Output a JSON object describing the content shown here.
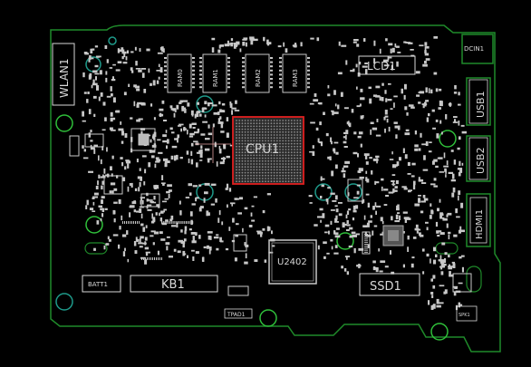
{
  "labels": {
    "wlan": "WLAN1",
    "dcin": "DCIN1",
    "usb1": "USB1",
    "usb2": "USB2",
    "hdmi": "HDMI1",
    "lcd": "LCD1",
    "cpu": "CPU1",
    "ram0": "RAM0",
    "ram1": "RAM1",
    "ram2": "RAM2",
    "ram3": "RAM3",
    "u2402": "U2402",
    "kb": "KB1",
    "batt": "BATT1",
    "ssd": "SSD1",
    "tpad": "TPAD1",
    "spk": "SPK1"
  },
  "colors": {
    "background": "#000000",
    "outline": "#1f8a2a",
    "silkscreen": "#d8d8d8",
    "cpu_outline": "#e02020",
    "pad": "#c8c8c8",
    "teal_hole": "#1e9a8a",
    "green_hole": "#2fbf3a"
  }
}
